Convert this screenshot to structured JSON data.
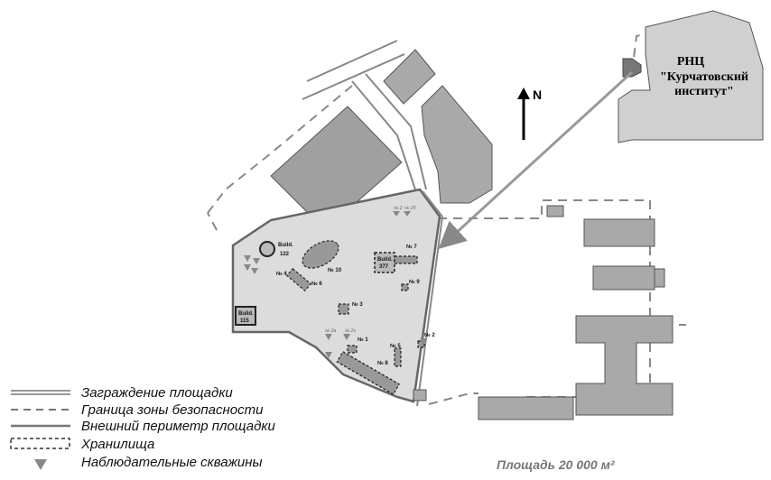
{
  "institute": {
    "line1": "РНЦ",
    "line2": "\"Курчатовский",
    "line3": "институт\""
  },
  "north_label": "N",
  "area_label": "Площадь 20 000 м²",
  "buildings": {
    "b122": [
      "Build.",
      "122"
    ],
    "b377": [
      "Build.",
      "377"
    ],
    "b115": [
      "Build.",
      "115"
    ]
  },
  "storages": {
    "s1": "№ 1",
    "s2": "№ 2",
    "s3": "№ 3",
    "s4": "№ 4",
    "s5": "№ 5",
    "s6": "№ 6",
    "s7": "№ 7",
    "s8": "№ 8",
    "s9": "№ 9",
    "s10": "№ 10"
  },
  "wells": {
    "w2a": "№ 2",
    "w2b": "№ 2б",
    "w2c": "№ 2в",
    "w2d": "№ 2г"
  },
  "legend": [
    {
      "label": "Заграждение площадки",
      "icon": "double-line"
    },
    {
      "label": "Граница зоны безопасности",
      "icon": "dashed-line"
    },
    {
      "label": "Внешний периметр площадки",
      "icon": "solid-line"
    },
    {
      "label": "Хранилища",
      "icon": "dashed-box"
    },
    {
      "label": "Наблюдательные скважины",
      "icon": "triangle"
    }
  ],
  "colors": {
    "building": "#a9a9a9",
    "site_fill": "#dcdcdc",
    "arrow": "#9a9a9a",
    "dash": "#888888"
  }
}
